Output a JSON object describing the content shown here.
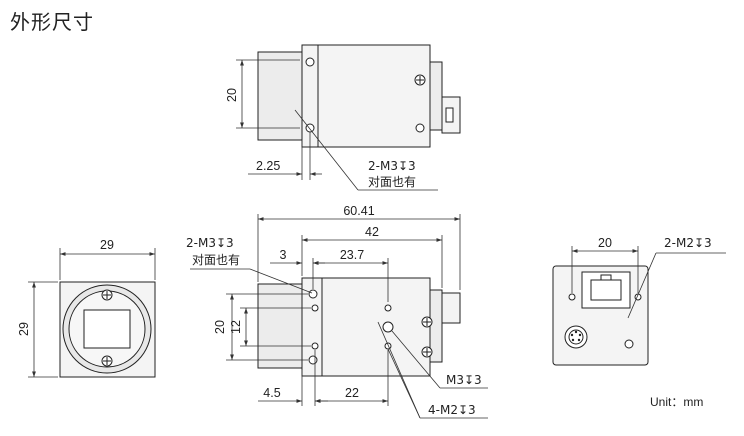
{
  "title": "外形尺寸",
  "unit_label": "Unit：mm",
  "top_view": {
    "dims": {
      "height": "20",
      "offset": "2.25"
    },
    "callout_line1": "2-M3↧3",
    "callout_line2": "对面也有"
  },
  "front_view": {
    "dims": {
      "width": "29",
      "height": "29"
    }
  },
  "side_view": {
    "dims": {
      "overall": "60.41",
      "body": "42",
      "lens_gap": "3",
      "hole_span": "23.7",
      "height_outer": "20",
      "height_inner": "12",
      "front_offset": "4.5",
      "hole_pitch": "22"
    },
    "callout_top_line1": "2-M3↧3",
    "callout_top_line2": "对面也有",
    "callout_m3": "M3↧3",
    "callout_m2": "4-M2↧3"
  },
  "back_view": {
    "dims": {
      "width": "20"
    },
    "callout": "2-M2↧3"
  }
}
